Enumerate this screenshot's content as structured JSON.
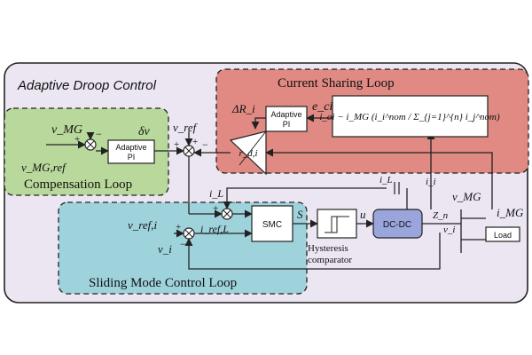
{
  "title": "Adaptive Droop Control",
  "colors": {
    "outer_fill": "#ece6f2",
    "current_sharing_fill": "#e08a83",
    "compensation_fill": "#b9d89b",
    "sliding_mode_fill": "#9fd3dc",
    "dc_dc_fill": "#9aa5dc",
    "block_fill": "#ffffff"
  },
  "regions": {
    "current_sharing": "Current Sharing Loop",
    "compensation": "Compensation Loop",
    "sliding_mode": "Sliding Mode Control Loop"
  },
  "blocks": {
    "adaptive_pi_1_line1": "Adaptive",
    "adaptive_pi_1_line2": "PI",
    "adaptive_pi_2_line1": "Adaptive",
    "adaptive_pi_2_line2": "PI",
    "smc": "SMC",
    "dc_dc": "DC-DC",
    "load": "Load",
    "hysteresis_line1": "Hysteresis",
    "hysteresis_line2": "comparator",
    "formula": "i_oi − i_MG (i_i^nom / Σ_{j=1}^{n} i_j^nom)"
  },
  "signals": {
    "v_mg": "v_MG",
    "v_mg_ref": "v_MG,ref",
    "delta_v": "δv",
    "v_ref": "v_ref",
    "delta_r": "ΔR_i",
    "e_ci": "e_ci",
    "r_di": "r_d,i",
    "i_l": "i_L",
    "v_ref_i": "v_ref,i",
    "i_ref_l": "i_ref,L",
    "v_i": "v_i",
    "s": "S",
    "u": "u",
    "i_i": "i_i",
    "z_n": "Z_n",
    "i_mg": "i_MG"
  }
}
